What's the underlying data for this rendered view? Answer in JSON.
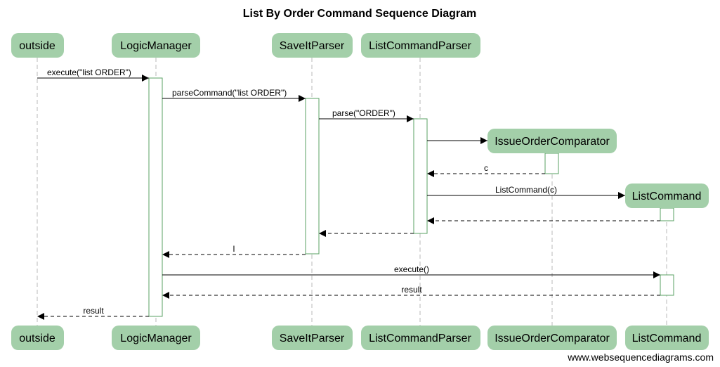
{
  "title": "List By Order Command Sequence Diagram",
  "watermark": "www.websequencediagrams.com",
  "colors": {
    "participant_fill": "#a3cfa9",
    "activation_stroke": "#58a263",
    "lifeline": "#b8b8b8",
    "arrow": "#000000"
  },
  "participants": [
    {
      "id": "outside",
      "label": "outside"
    },
    {
      "id": "logic",
      "label": "LogicManager"
    },
    {
      "id": "saveit",
      "label": "SaveItParser"
    },
    {
      "id": "listparser",
      "label": "ListCommandParser"
    },
    {
      "id": "comparator",
      "label": "IssueOrderComparator"
    },
    {
      "id": "listcmd",
      "label": "ListCommand"
    }
  ],
  "messages": [
    {
      "label": "execute(\"list ORDER\")",
      "style": "solid"
    },
    {
      "label": "parseCommand(\"list ORDER\")",
      "style": "solid"
    },
    {
      "label": "parse(\"ORDER\")",
      "style": "solid"
    },
    {
      "label": "",
      "style": "create"
    },
    {
      "label": "c",
      "style": "dashed"
    },
    {
      "label": "ListCommand(c)",
      "style": "create"
    },
    {
      "label": "",
      "style": "dashed"
    },
    {
      "label": "",
      "style": "dashed"
    },
    {
      "label": "l",
      "style": "dashed"
    },
    {
      "label": "execute()",
      "style": "solid"
    },
    {
      "label": "result",
      "style": "dashed"
    },
    {
      "label": "result",
      "style": "dashed"
    }
  ]
}
